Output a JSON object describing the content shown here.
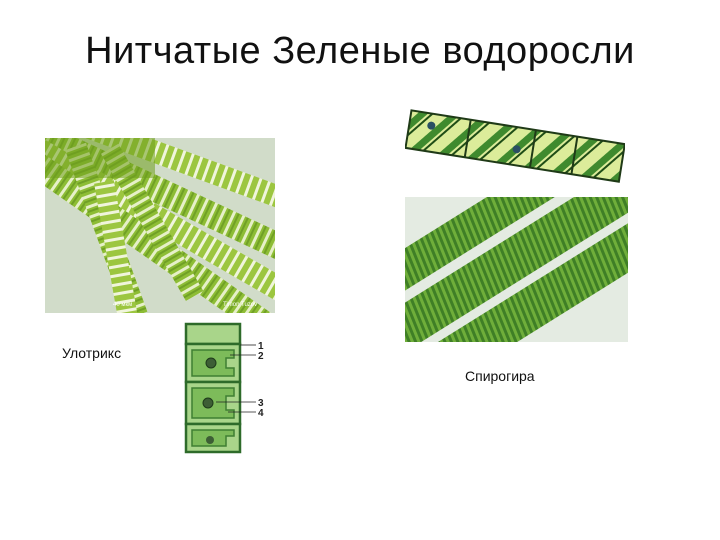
{
  "slide": {
    "title": "Нитчатые Зеленые водоросли"
  },
  "figures": {
    "ulothrix_label": "Улотрикс",
    "spirogyra_label": "Спирогира",
    "micro_scale": "40 мкм",
    "micro_credit": "Timon Tuzov",
    "diagram_numbers": [
      "1",
      "2",
      "3",
      "4"
    ]
  },
  "colors": {
    "algae_green": "#8fbf3a",
    "algae_dark": "#4f7a1c",
    "diagram_cell": "#9ccf7a",
    "diagram_wall": "#2e6b2a",
    "spirogyra_band": "#3f8a2e"
  }
}
